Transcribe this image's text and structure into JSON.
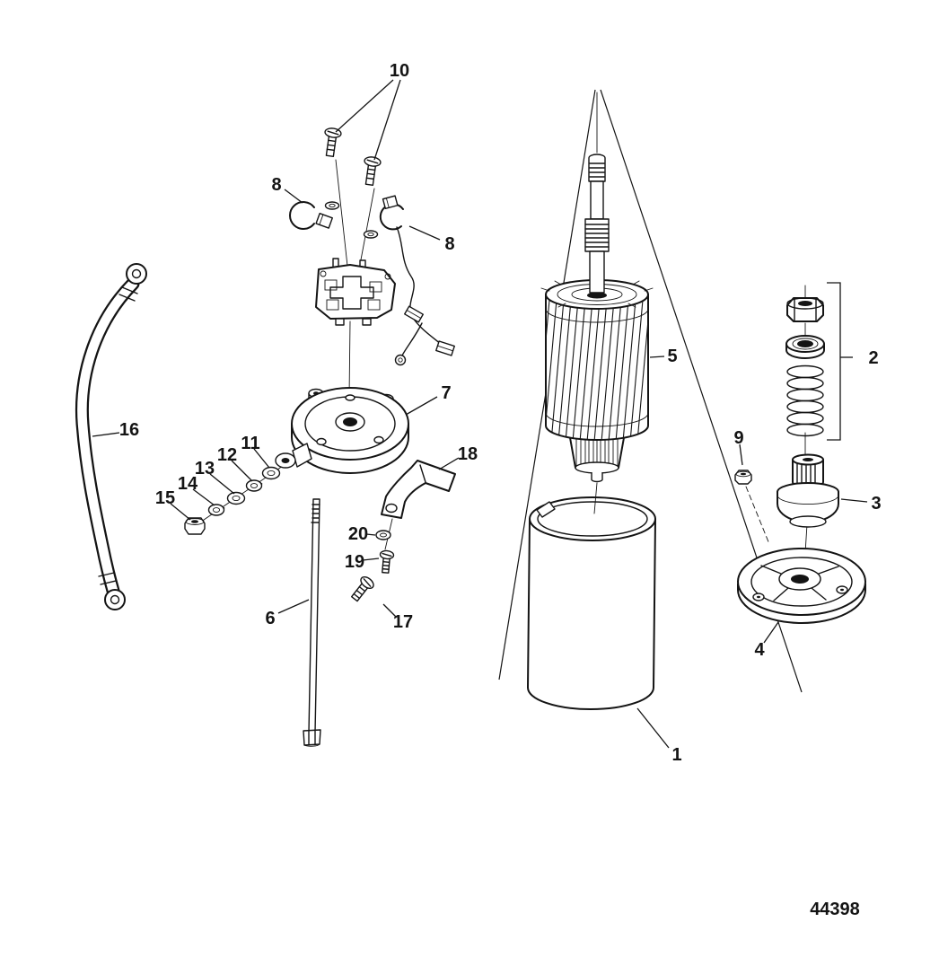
{
  "diagram": {
    "drawing_number": "44398",
    "callouts": [
      {
        "label": "10"
      },
      {
        "label": "8"
      },
      {
        "label": "8"
      },
      {
        "label": "7"
      },
      {
        "label": "16"
      },
      {
        "label": "11"
      },
      {
        "label": "12"
      },
      {
        "label": "13"
      },
      {
        "label": "14"
      },
      {
        "label": "15"
      },
      {
        "label": "18"
      },
      {
        "label": "20"
      },
      {
        "label": "19"
      },
      {
        "label": "6"
      },
      {
        "label": "17"
      },
      {
        "label": "5"
      },
      {
        "label": "2"
      },
      {
        "label": "9"
      },
      {
        "label": "3"
      },
      {
        "label": "4"
      },
      {
        "label": "1"
      }
    ]
  }
}
